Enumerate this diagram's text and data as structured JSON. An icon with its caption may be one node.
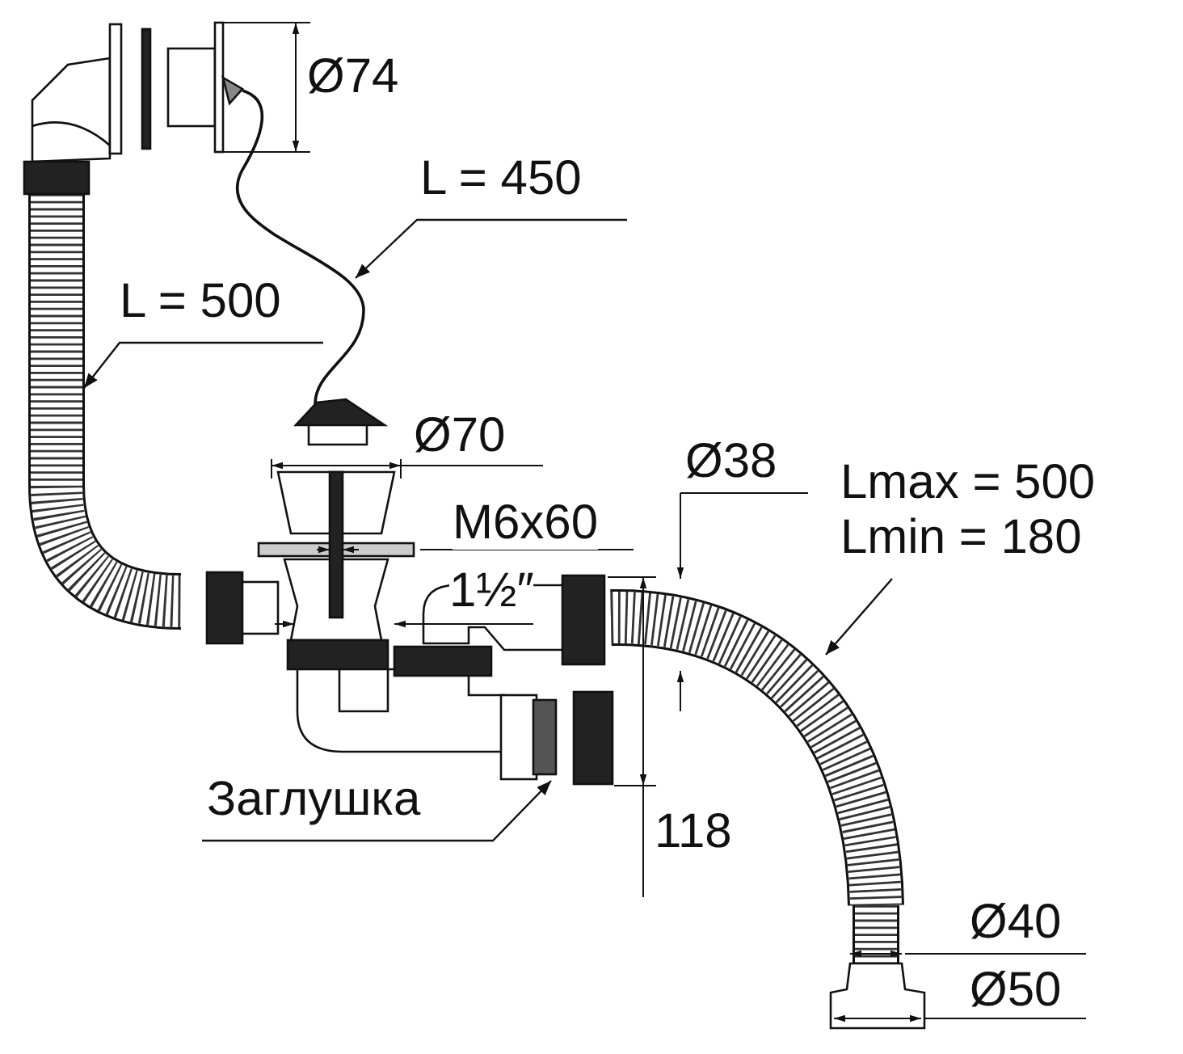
{
  "diagram": {
    "nodes": [
      {
        "text": [
          "L = 450"
        ]
      },
      {
        "text": [
          "L = 500"
        ]
      },
      {
        "text": [
          "Lmax = 500",
          "Lmin = 180"
        ]
      },
      {
        "text": [
          "Заглушка"
        ]
      }
    ],
    "edges": [
      {
        "from": 0,
        "to": null,
        "arrow": "to"
      },
      {
        "from": 1,
        "to": null,
        "arrow": "to"
      },
      {
        "from": 2,
        "to": null,
        "arrow": "to"
      },
      {
        "from": 3,
        "to": null,
        "arrow": "to"
      }
    ],
    "labels": [
      "Ø74",
      "Ø70",
      "Ø38",
      "M6x60",
      "1½″",
      "118",
      "Ø40",
      "Ø50"
    ]
  }
}
